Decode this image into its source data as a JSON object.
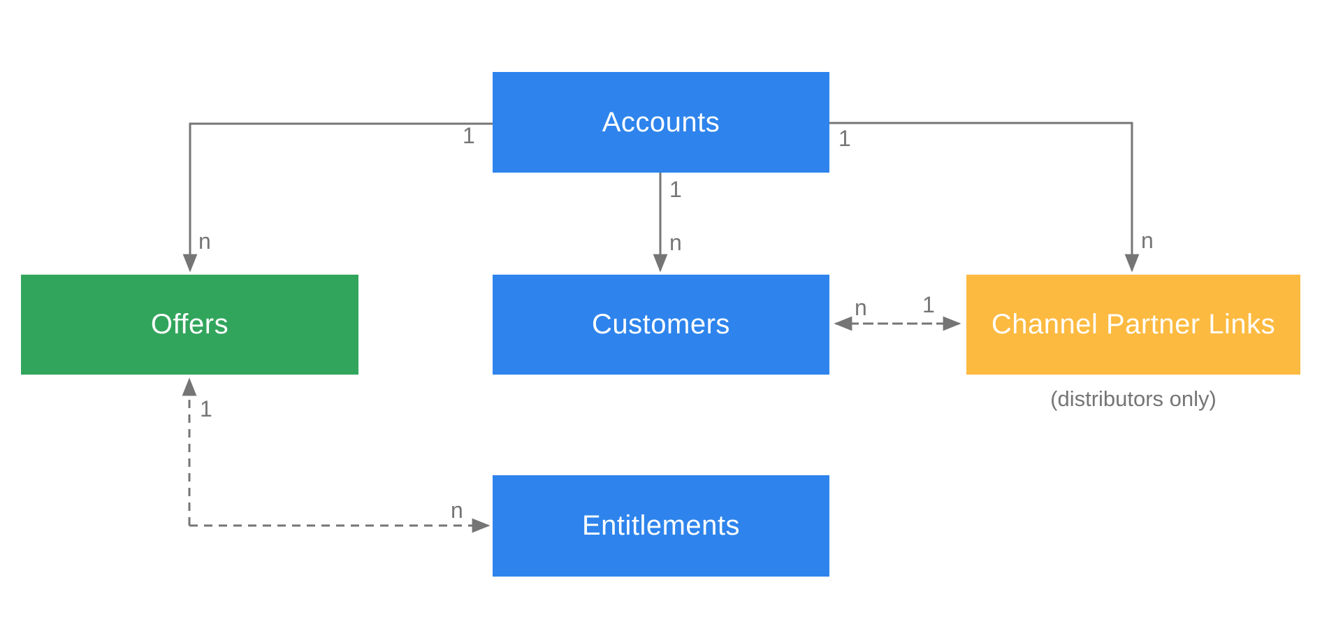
{
  "diagram": {
    "type": "entity-relationship-diagram",
    "colors": {
      "blue": "#2e84ec",
      "green": "#32a55c",
      "yellow": "#fcba40",
      "line_gray": "#757575",
      "label_gray": "#757575",
      "node_text": "#ffffff",
      "background": "#ffffff"
    },
    "nodes": [
      {
        "id": "accounts",
        "label": "Accounts",
        "color": "#2e84ec"
      },
      {
        "id": "offers",
        "label": "Offers",
        "color": "#32a55c"
      },
      {
        "id": "customers",
        "label": "Customers",
        "color": "#2e84ec"
      },
      {
        "id": "channel-partner-links",
        "label": "Channel Partner Links",
        "color": "#fcba40",
        "sublabel": "(distributors only)"
      },
      {
        "id": "entitlements",
        "label": "Entitlements",
        "color": "#2e84ec"
      }
    ],
    "edges": [
      {
        "from": "Accounts",
        "to": "Offers",
        "from_label": "1",
        "to_label": "n",
        "style": "solid",
        "bidirectional": false
      },
      {
        "from": "Accounts",
        "to": "Customers",
        "from_label": "1",
        "to_label": "n",
        "style": "solid",
        "bidirectional": false
      },
      {
        "from": "Accounts",
        "to": "Channel Partner Links",
        "from_label": "1",
        "to_label": "n",
        "style": "solid",
        "bidirectional": false
      },
      {
        "from": "Customers",
        "to": "Channel Partner Links",
        "from_label": "n",
        "to_label": "1",
        "style": "dashed",
        "bidirectional": true
      },
      {
        "from": "Offers",
        "to": "Entitlements",
        "from_label": "1",
        "to_label": "n",
        "style": "dashed",
        "bidirectional": false
      }
    ]
  }
}
